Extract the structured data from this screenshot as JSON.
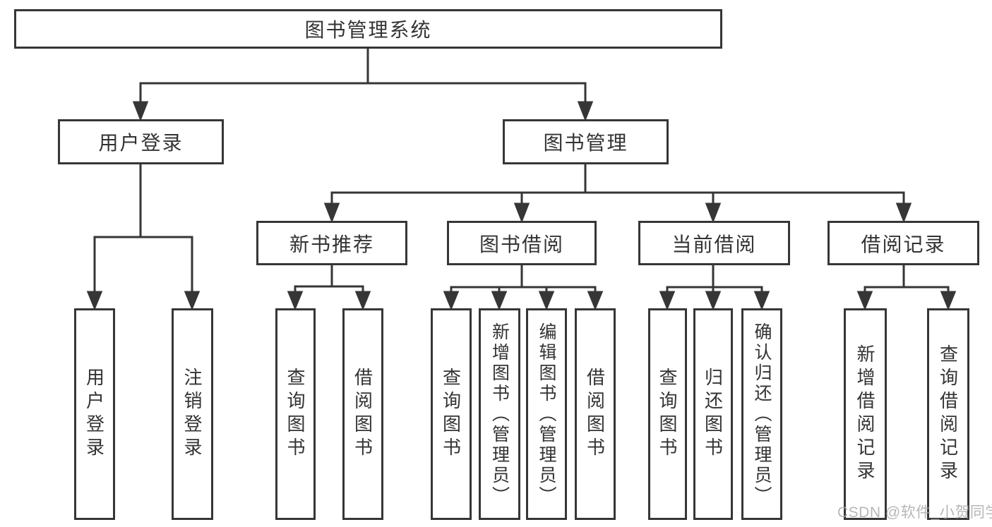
{
  "tree": {
    "root": {
      "label": "图书管理系统",
      "children": [
        {
          "label": "用户登录",
          "children": [
            {
              "label": "用户登录"
            },
            {
              "label": "注销登录"
            }
          ]
        },
        {
          "label": "图书管理",
          "children": [
            {
              "label": "新书推荐",
              "children": [
                {
                  "label": "查询图书"
                },
                {
                  "label": "借阅图书"
                }
              ]
            },
            {
              "label": "图书借阅",
              "children": [
                {
                  "label": "查询图书"
                },
                {
                  "label": "新增图书（管理员）"
                },
                {
                  "label": "编辑图书（管理员）"
                },
                {
                  "label": "借阅图书"
                }
              ]
            },
            {
              "label": "当前借阅",
              "children": [
                {
                  "label": "查询图书"
                },
                {
                  "label": "归还图书"
                },
                {
                  "label": "确认归还（管理员）"
                }
              ]
            },
            {
              "label": "借阅记录",
              "children": [
                {
                  "label": "新增借阅记录"
                },
                {
                  "label": "查询借阅记录"
                }
              ]
            }
          ]
        }
      ]
    }
  },
  "watermark": {
    "text": "CSDN @软件_小贺同学"
  },
  "colors": {
    "line": "#363636",
    "border": "#363636",
    "text": "#333333",
    "box_background": "#ffffff",
    "page_background": "#ffffff",
    "watermark": "#aaaaaa"
  }
}
